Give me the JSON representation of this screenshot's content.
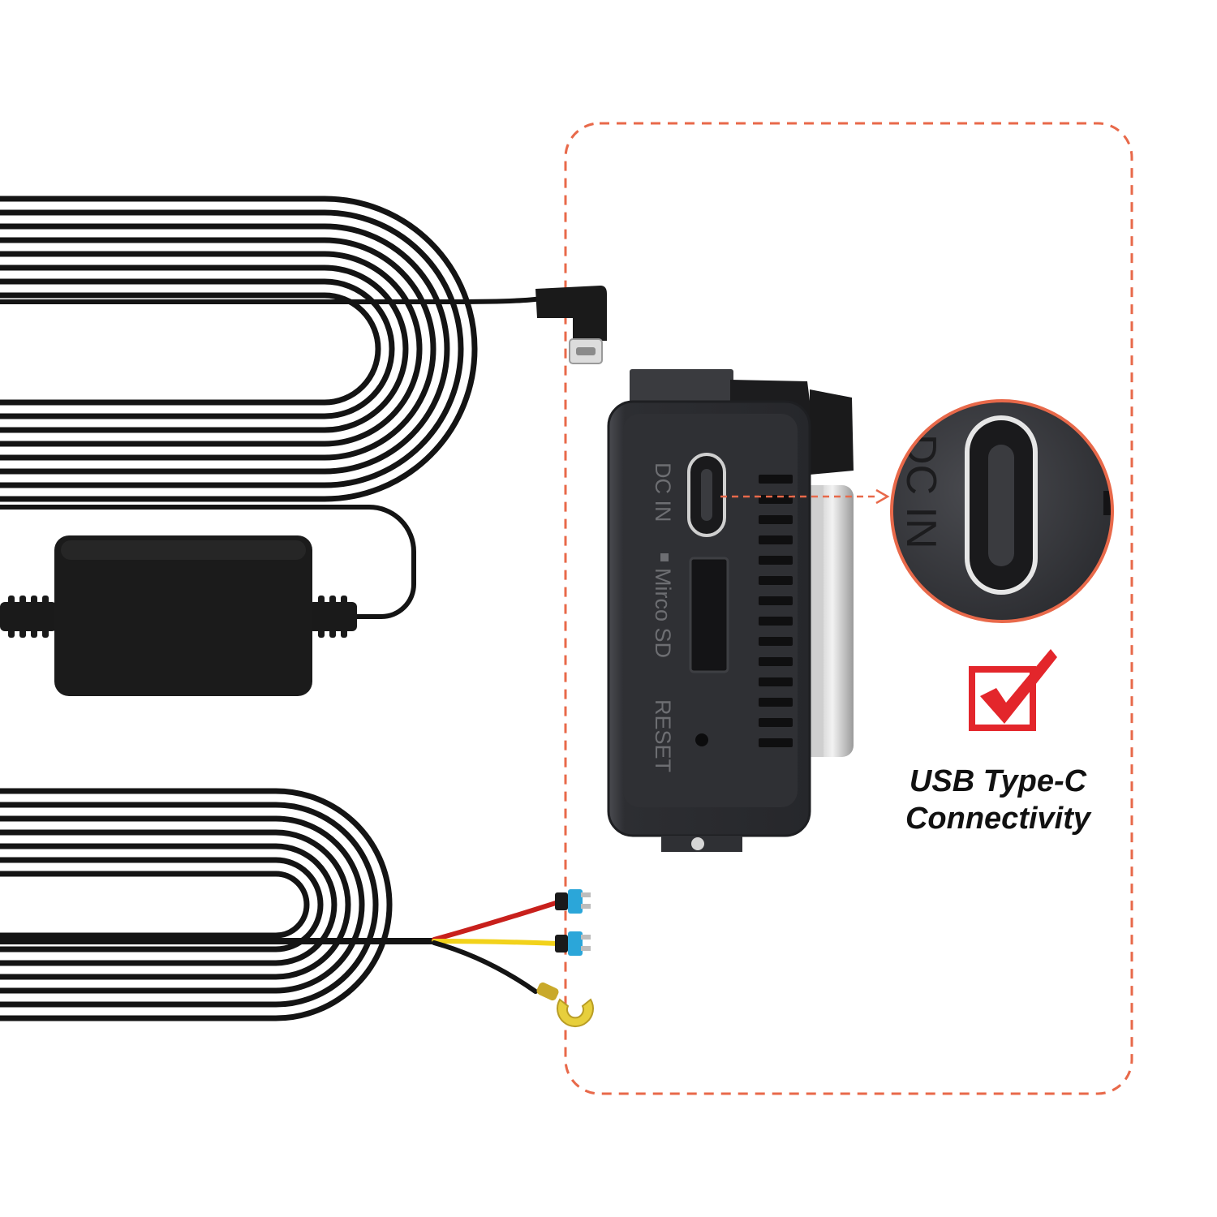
{
  "device": {
    "port_label": "DC IN",
    "sd_label": "Mirco SD",
    "reset_label": "RESET",
    "zoom_label": "DC IN"
  },
  "callout": {
    "line1": "USB Type-C",
    "line2": "Connectivity",
    "check_icon": "checkbox-check-icon"
  },
  "colors": {
    "dashed_frame": "#e8694a",
    "check_red": "#e3262b",
    "cable": "#141414",
    "device_body": "#2e2f33",
    "wire_red": "#c8201c",
    "wire_yellow": "#f2d21b",
    "fuse_blue": "#2ba6d9",
    "ring_terminal": "#e7cf3c"
  }
}
